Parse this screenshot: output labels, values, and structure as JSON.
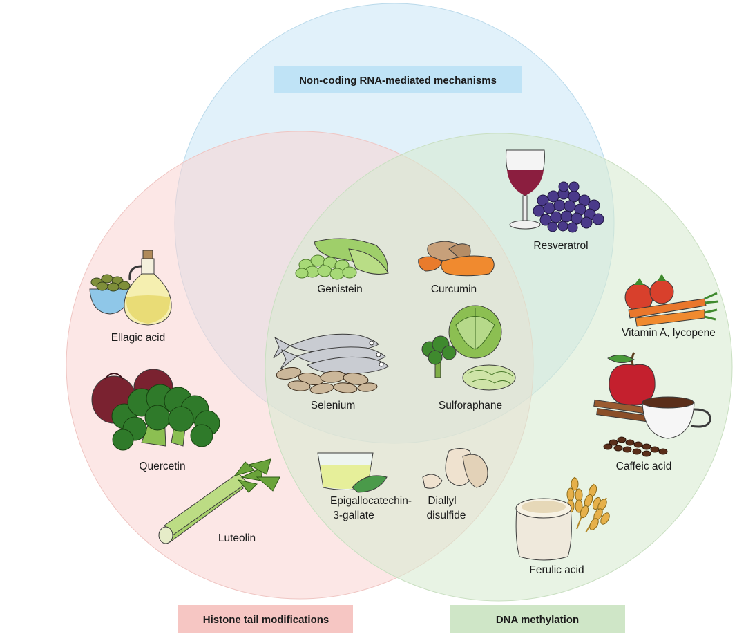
{
  "circles": {
    "top": {
      "label": "Non-coding RNA-mediated mechanisms",
      "fill": "#cfe9f7",
      "label_bg": "#bfe3f6"
    },
    "left": {
      "label": "Histone tail modifications",
      "fill": "#f9d3d1",
      "label_bg": "#f6c6c3"
    },
    "right": {
      "label": "DNA methylation",
      "fill": "#d7ead0",
      "label_bg": "#cfe6c7"
    }
  },
  "foods": {
    "resveratrol": "Resveratrol",
    "genistein": "Genistein",
    "curcumin": "Curcumin",
    "selenium": "Selenium",
    "sulforaphane": "Sulforaphane",
    "ellagic": "Ellagic acid",
    "quercetin": "Quercetin",
    "luteolin": "Luteolin",
    "egcg_1": "Epigallocatechin-",
    "egcg_2": "3-gallate",
    "diallyl_1": "Diallyl",
    "diallyl_2": "disulfide",
    "vitamin": "Vitamin A, lycopene",
    "caffeic": "Caffeic acid",
    "ferulic": "Ferulic acid"
  }
}
